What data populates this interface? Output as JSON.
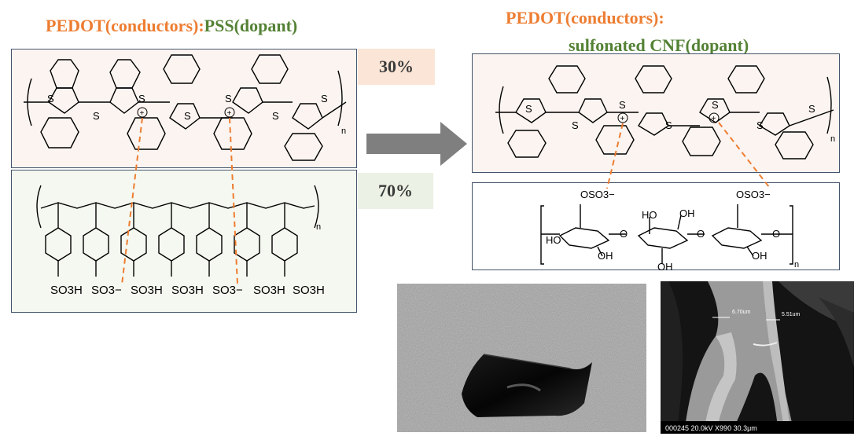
{
  "left": {
    "title_part1": "PEDOT(conductors):",
    "title_part2": "PSS(dopant)",
    "pedot_ratio": "30%",
    "pss_ratio": "70%",
    "pss_labels": [
      "SO3H",
      "SO3−",
      "SO3H",
      "SO3H",
      "SO3−",
      "SO3H",
      "SO3H"
    ]
  },
  "right": {
    "title_line1": "PEDOT(conductors):",
    "title_line2": "sulfonated CNF(dopant)",
    "cnf_labels": [
      "OSO3−",
      "OSO3−",
      "HO",
      "OH",
      "OH",
      "HO",
      "OH",
      "OH"
    ]
  },
  "atoms": {
    "sulfur": "S",
    "oxygen": "O",
    "charge": "+",
    "repeat": "n"
  },
  "sem": {
    "fiber1_width": "6.70um",
    "fiber2_width": "5.51um",
    "info_bar": "000245  20.0kV  X990  30.3μm"
  },
  "colors": {
    "orange": "#ED7D31",
    "green": "#548235",
    "pedot_bg": "#FBF4F0",
    "pss_bg": "#F5F8F0",
    "ratio30_bg": "#FBE5D6",
    "ratio70_bg": "#EBF1E4",
    "arrow": "#7F7F7F"
  }
}
